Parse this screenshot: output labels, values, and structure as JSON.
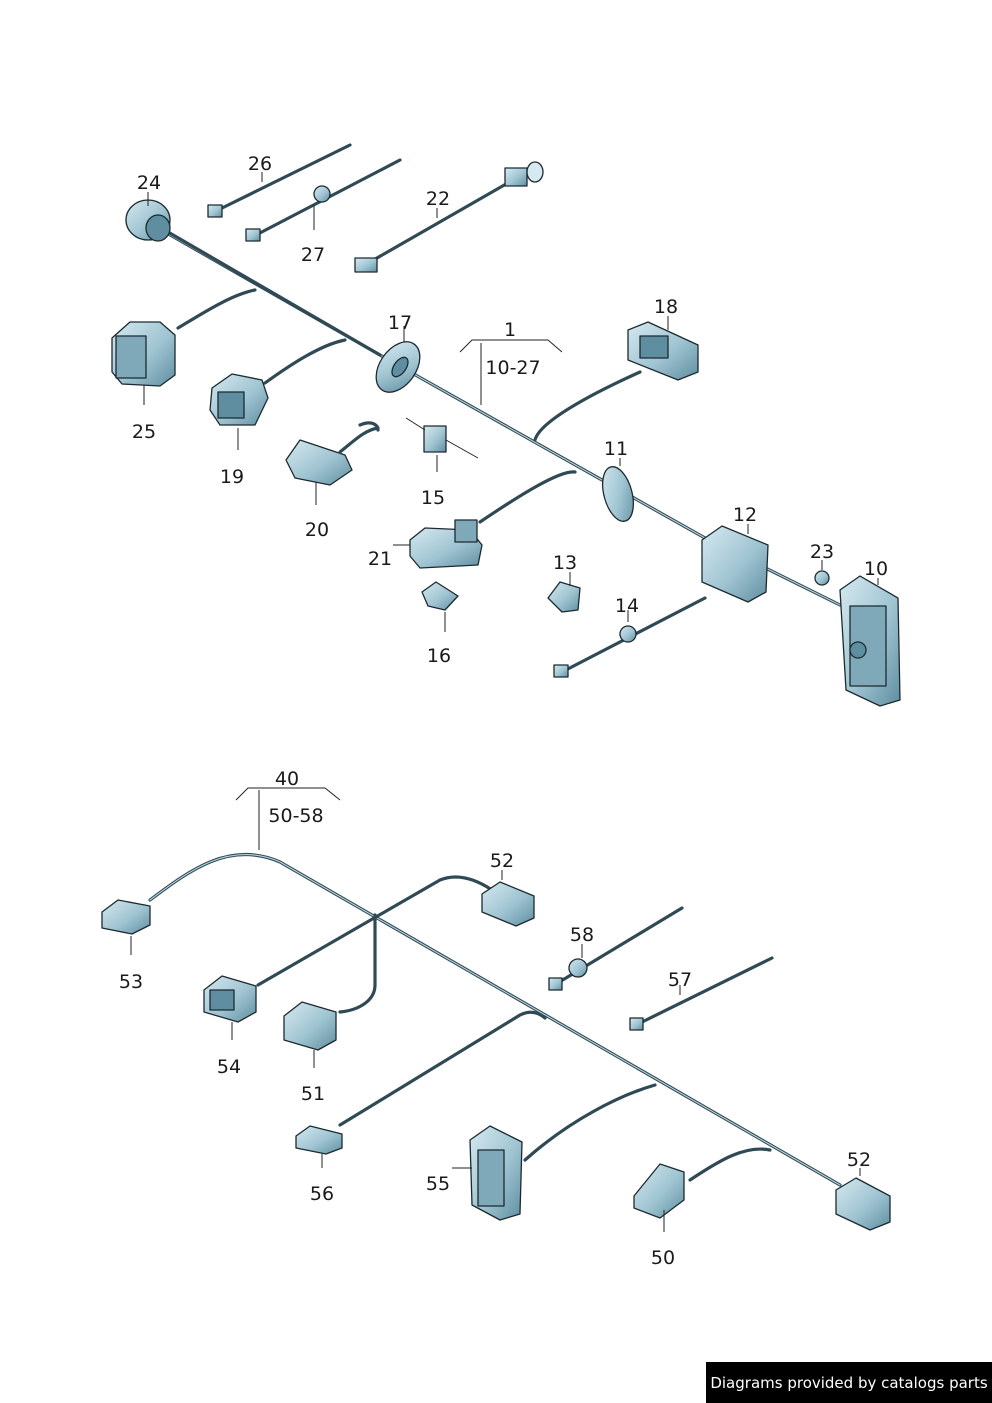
{
  "labels": {
    "p1": "1",
    "p1_range": "10-27",
    "p10": "10",
    "p11": "11",
    "p12": "12",
    "p13": "13",
    "p14": "14",
    "p15": "15",
    "p16": "16",
    "p17": "17",
    "p18": "18",
    "p19": "19",
    "p20": "20",
    "p21": "21",
    "p22": "22",
    "p23": "23",
    "p24": "24",
    "p25": "25",
    "p26": "26",
    "p27": "27",
    "p40": "40",
    "p40_range": "50-58",
    "p50": "50",
    "p51": "51",
    "p52a": "52",
    "p52b": "52",
    "p53": "53",
    "p54": "54",
    "p55": "55",
    "p56": "56",
    "p57": "57",
    "p58": "58"
  },
  "credit": "Diagrams provided by catalogs parts",
  "colors": {
    "part_fill": "#9fc4d2",
    "part_shade": "#5f8ea0",
    "outline": "#1c2a30",
    "wire": "#2f4a55"
  }
}
